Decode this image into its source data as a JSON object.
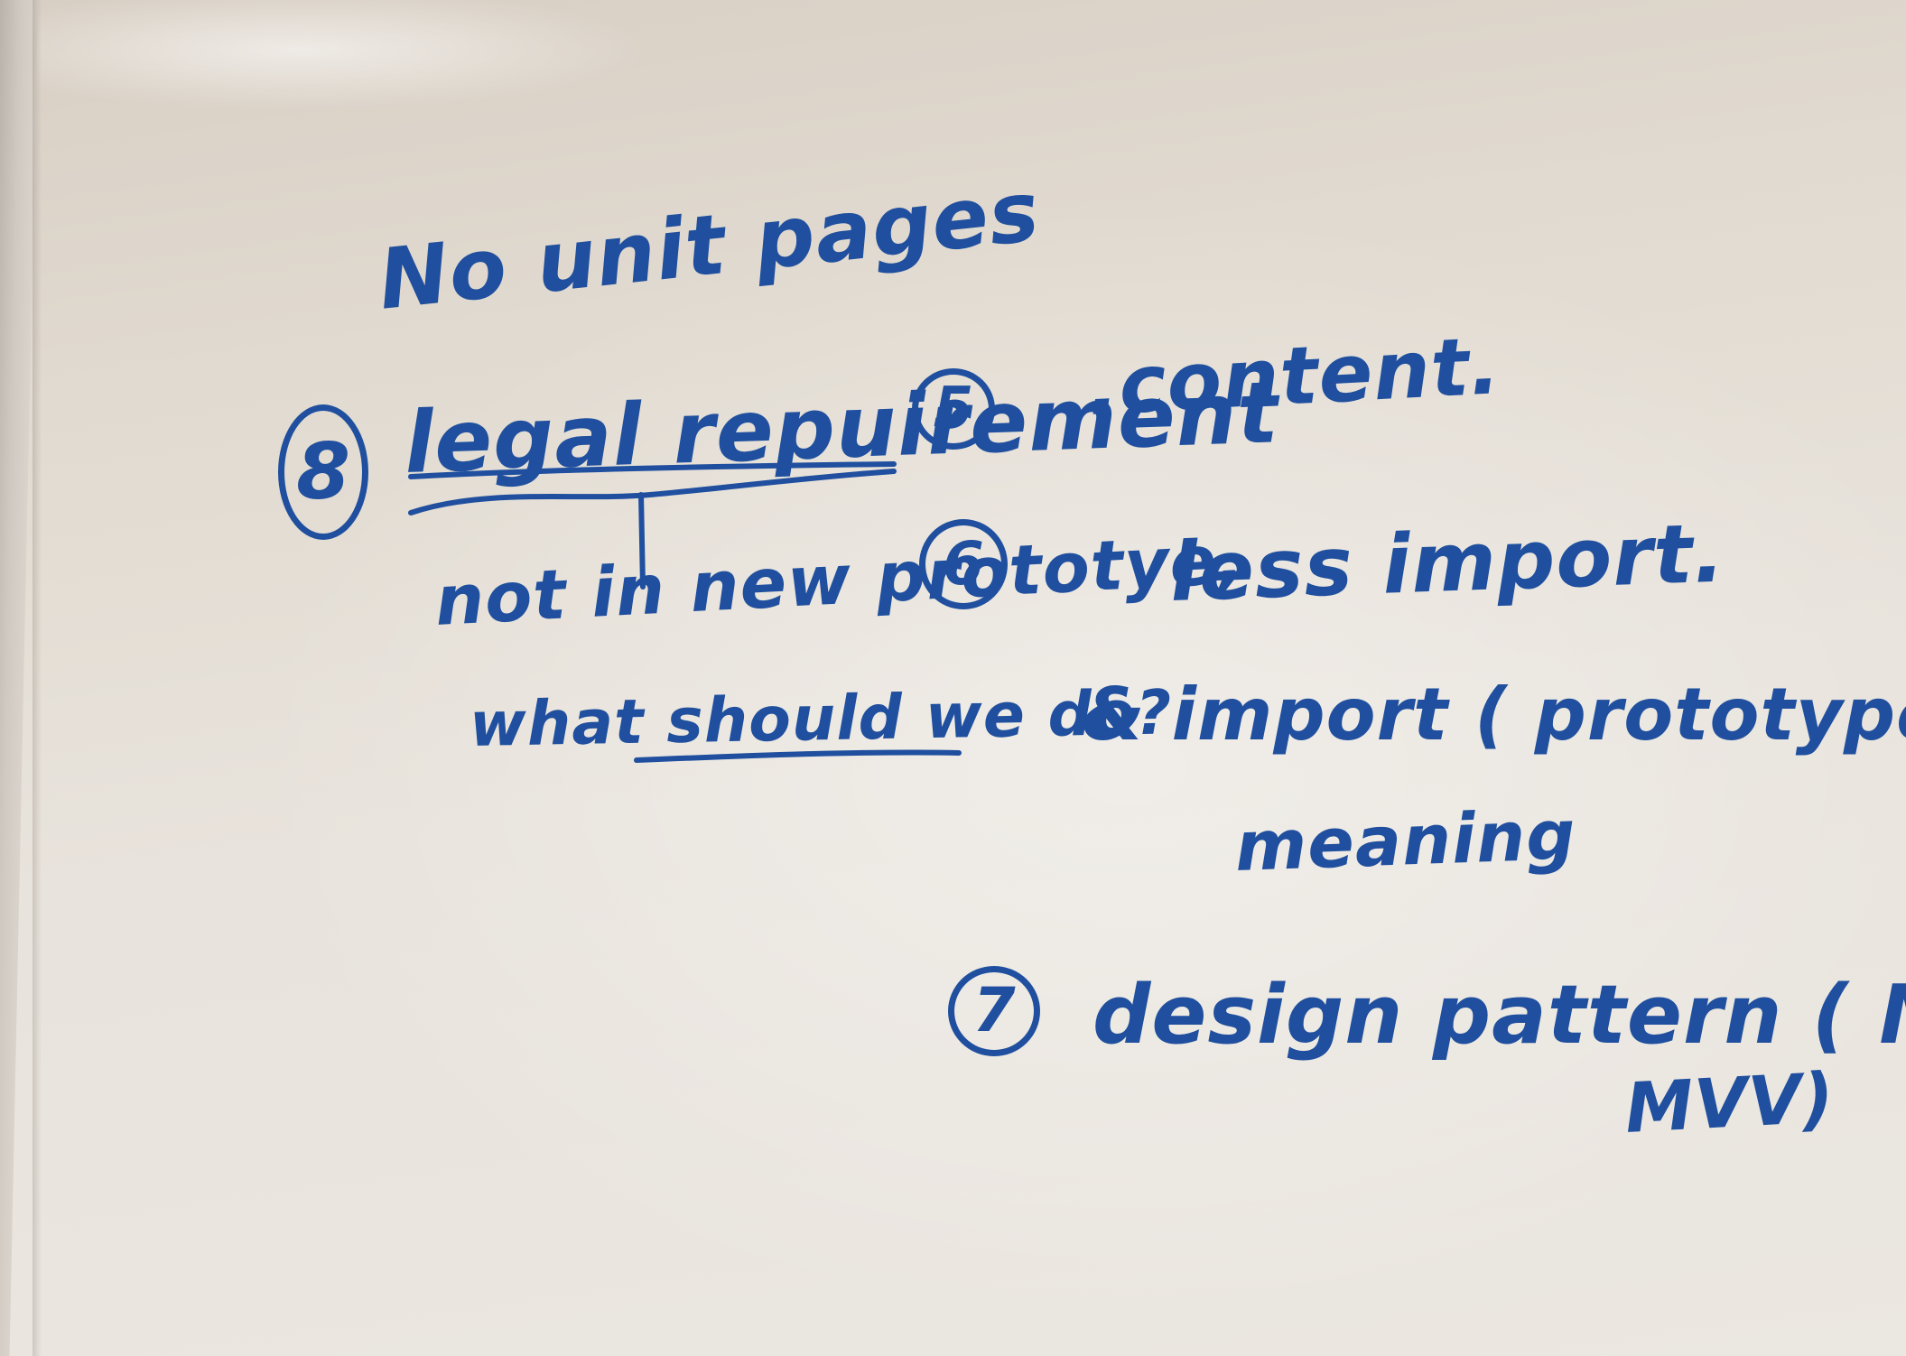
{
  "whiteboard": {
    "ink_color": "#1f4f9e",
    "notes": [
      {
        "id": "no-unit-pages",
        "text": "No unit pages"
      },
      {
        "id": "legal-requirement",
        "number": "8",
        "text": "legal repuirement"
      },
      {
        "id": "content",
        "number": "5",
        "text": ".content."
      },
      {
        "id": "not-in-new-prototype",
        "text": "not in new prototye,"
      },
      {
        "id": "what-should-we-do",
        "text": "what should we do?"
      },
      {
        "id": "less-import",
        "number": "6",
        "text": "less import."
      },
      {
        "id": "import-prototype",
        "text": "& import ( prototype )"
      },
      {
        "id": "meaning",
        "text": "meaning"
      },
      {
        "id": "design-pattern",
        "number": "7",
        "text": "design pattern ( MVC,"
      },
      {
        "id": "mvv",
        "text": "MVV)"
      }
    ]
  }
}
